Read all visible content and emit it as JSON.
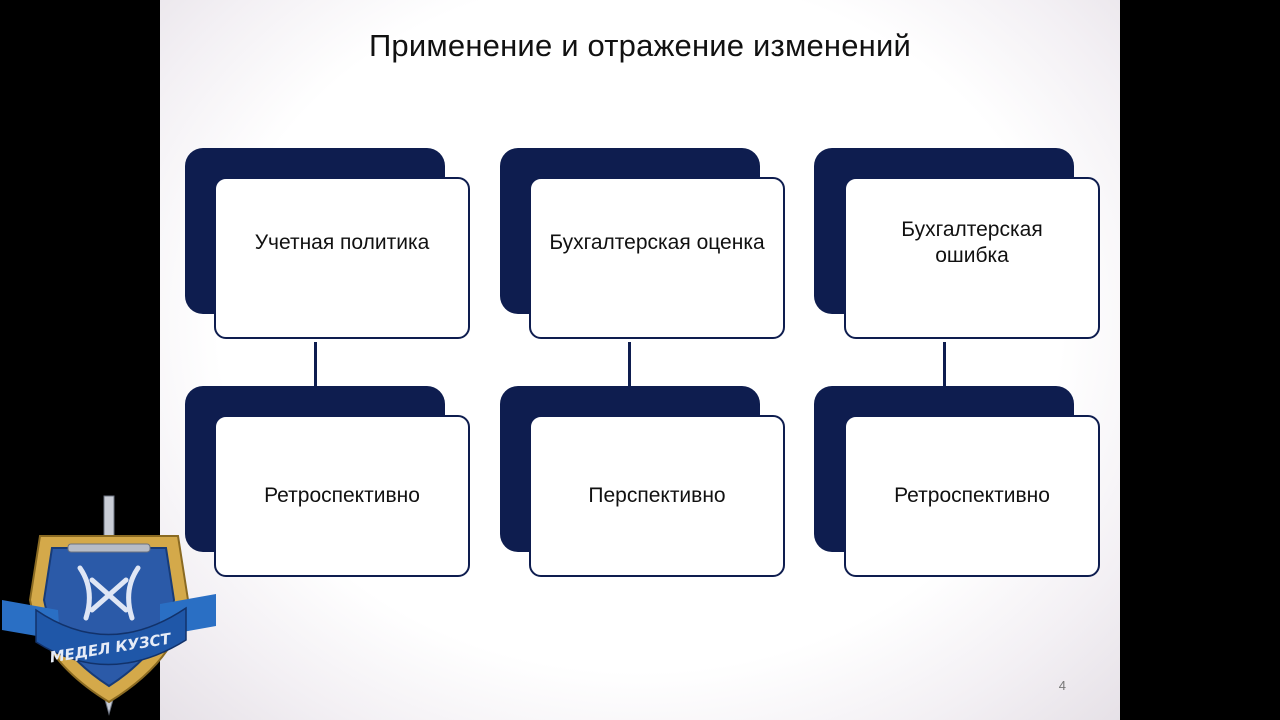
{
  "slide": {
    "title": "Применение и отражение изменений",
    "page_number": "4"
  },
  "diagram": {
    "columns": [
      {
        "top": "Учетная политика",
        "bottom": "Ретроспективно"
      },
      {
        "top": "Бухгалтерская оценка",
        "bottom": "Перспективно"
      },
      {
        "top": "Бухгалтерская ошибка",
        "bottom": "Ретроспективно"
      }
    ]
  },
  "logo": {
    "text": "МЕДЕЛ КУЗСТ"
  },
  "colors": {
    "box_dark": "#0e1d4f",
    "box_border": "#0e1d4f",
    "background": "#000000"
  }
}
